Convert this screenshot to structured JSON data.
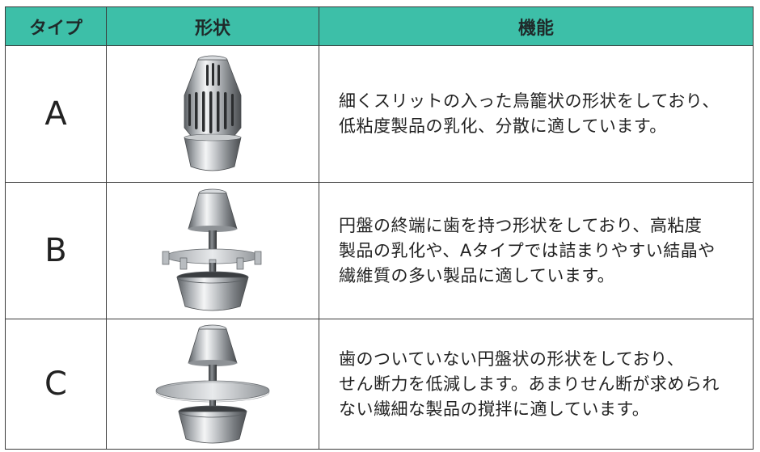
{
  "table": {
    "headers": [
      "タイプ",
      "形状",
      "機能"
    ],
    "header_color": "#3dbfa8",
    "rows": [
      {
        "type": "A",
        "shape_icon": "slotted-cage-rotor-icon",
        "description": [
          "細くスリットの入った鳥籠状の形状をしており、",
          "低粘度製品の乳化、分散に適しています。"
        ]
      },
      {
        "type": "B",
        "shape_icon": "toothed-disc-rotor-icon",
        "description": [
          "円盤の終端に歯を持つ形状をしており、高粘度",
          "製品の乳化や、Aタイプでは詰まりやすい結晶や",
          "繊維質の多い製品に適しています。"
        ]
      },
      {
        "type": "C",
        "shape_icon": "flat-disc-rotor-icon",
        "description": [
          "歯のついていない円盤状の形状をしており、",
          "せん断力を低減します。あまりせん断が求められ",
          "ない繊細な製品の撹拌に適しています。"
        ]
      }
    ]
  }
}
